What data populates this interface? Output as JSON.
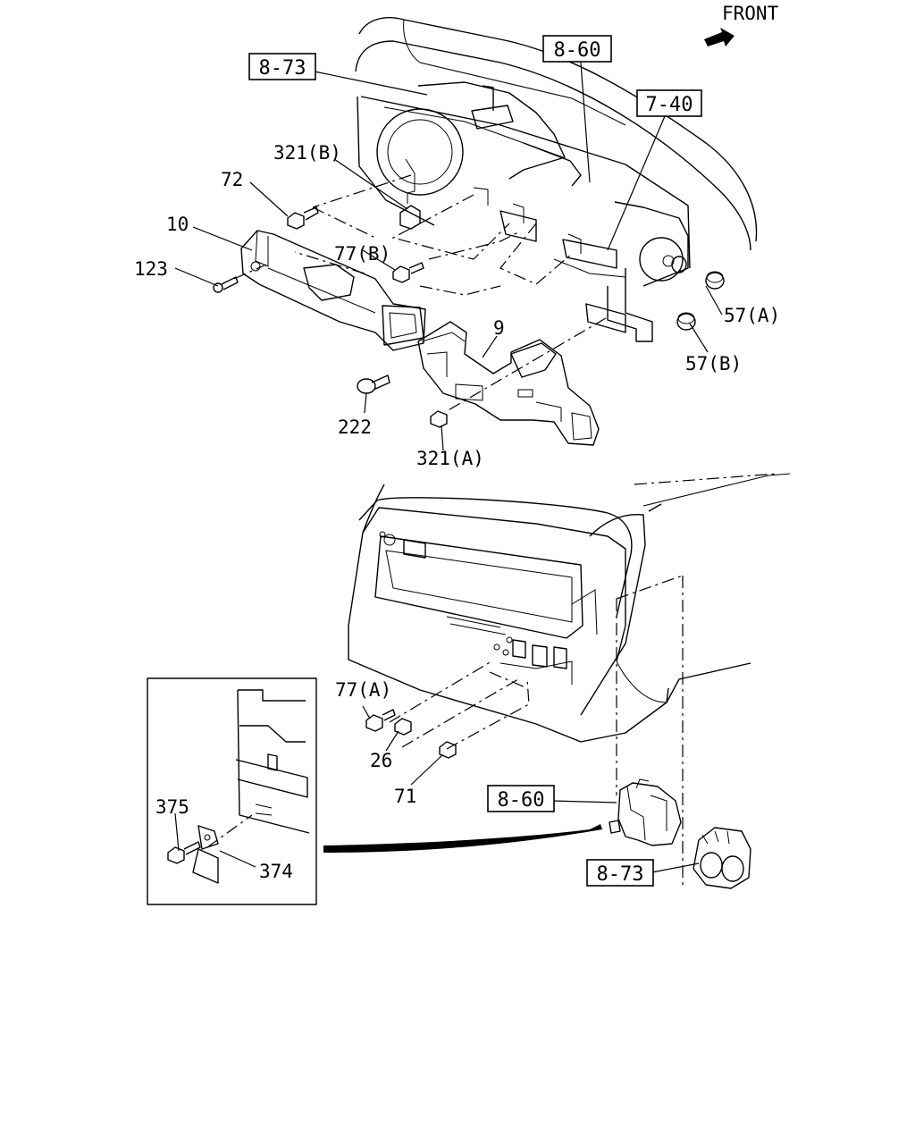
{
  "direction": {
    "label": "FRONT"
  },
  "refs": {
    "r873_top": "8-73",
    "r860_top": "8-60",
    "r740": "7-40",
    "r860_bottom": "8-60",
    "r873_bottom": "8-73"
  },
  "parts": {
    "p321b": "321(B)",
    "p72": "72",
    "p10": "10",
    "p123": "123",
    "p77b": "77(B)",
    "p9": "9",
    "p57a": "57(A)",
    "p57b": "57(B)",
    "p222": "222",
    "p321a": "321(A)",
    "p77a": "77(A)",
    "p26": "26",
    "p71": "71",
    "p375": "375",
    "p374": "374"
  }
}
